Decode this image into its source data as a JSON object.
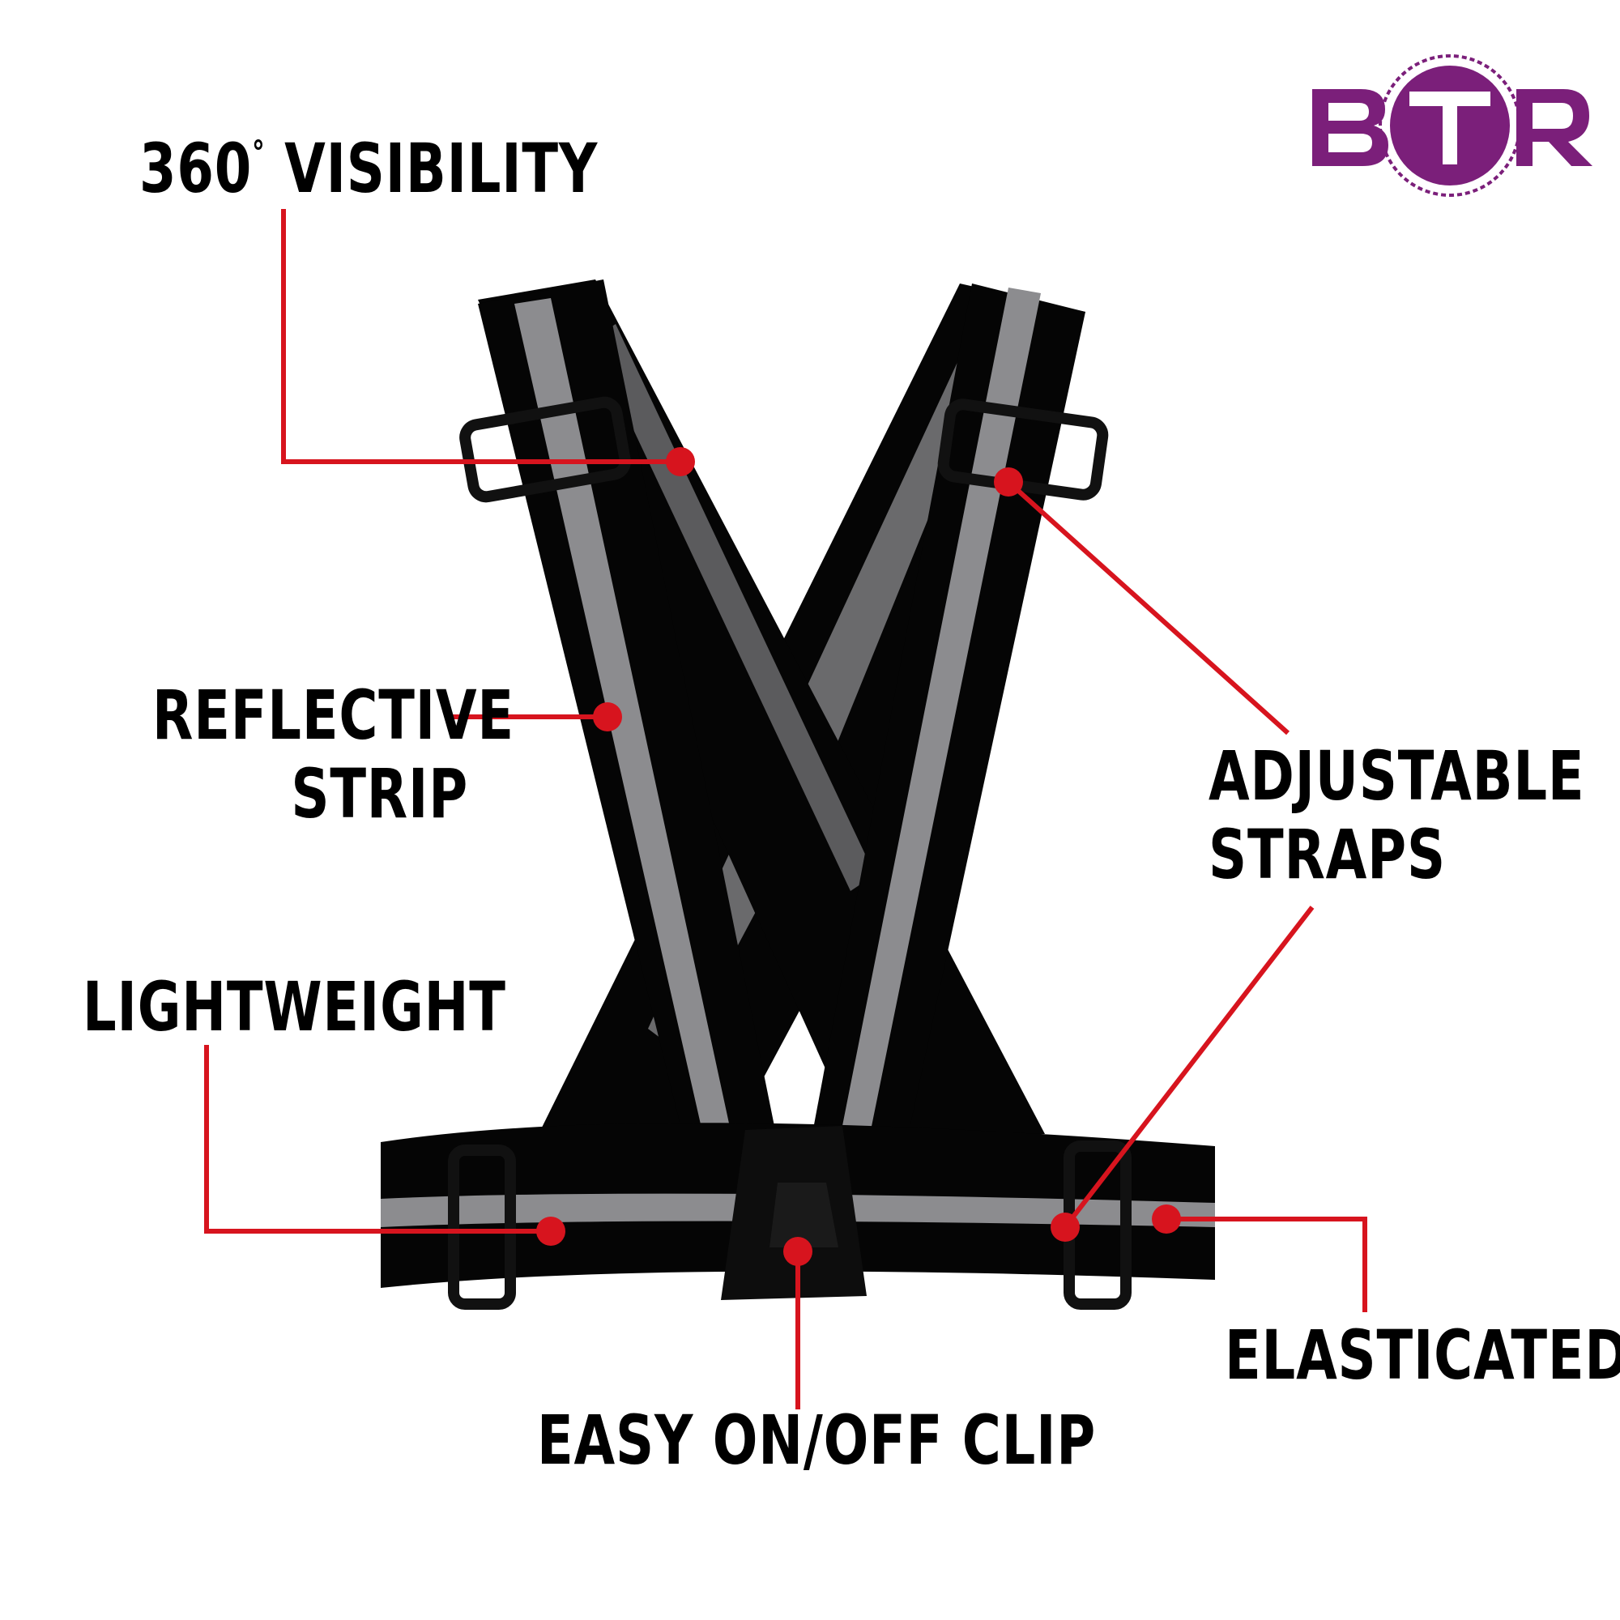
{
  "brand": {
    "logo_text": "BTR",
    "logo_color": "#7b1f7a"
  },
  "callouts": {
    "visibility": {
      "text": "360",
      "degree": "°",
      "suffix": " VISIBILITY"
    },
    "reflective": {
      "line1": "REFLECTIVE",
      "line2": "STRIP"
    },
    "adjustable": {
      "line1": "ADJUSTABLE",
      "line2": "STRAPS"
    },
    "lightweight": {
      "text": "LIGHTWEIGHT"
    },
    "elasticated": {
      "text": "ELASTICATED"
    },
    "clip": {
      "text": "EASY ON/OFF CLIP"
    }
  },
  "colors": {
    "leader_line": "#d7141e",
    "strap_black": "#050505",
    "strip_grey": "#8c8c8f"
  }
}
